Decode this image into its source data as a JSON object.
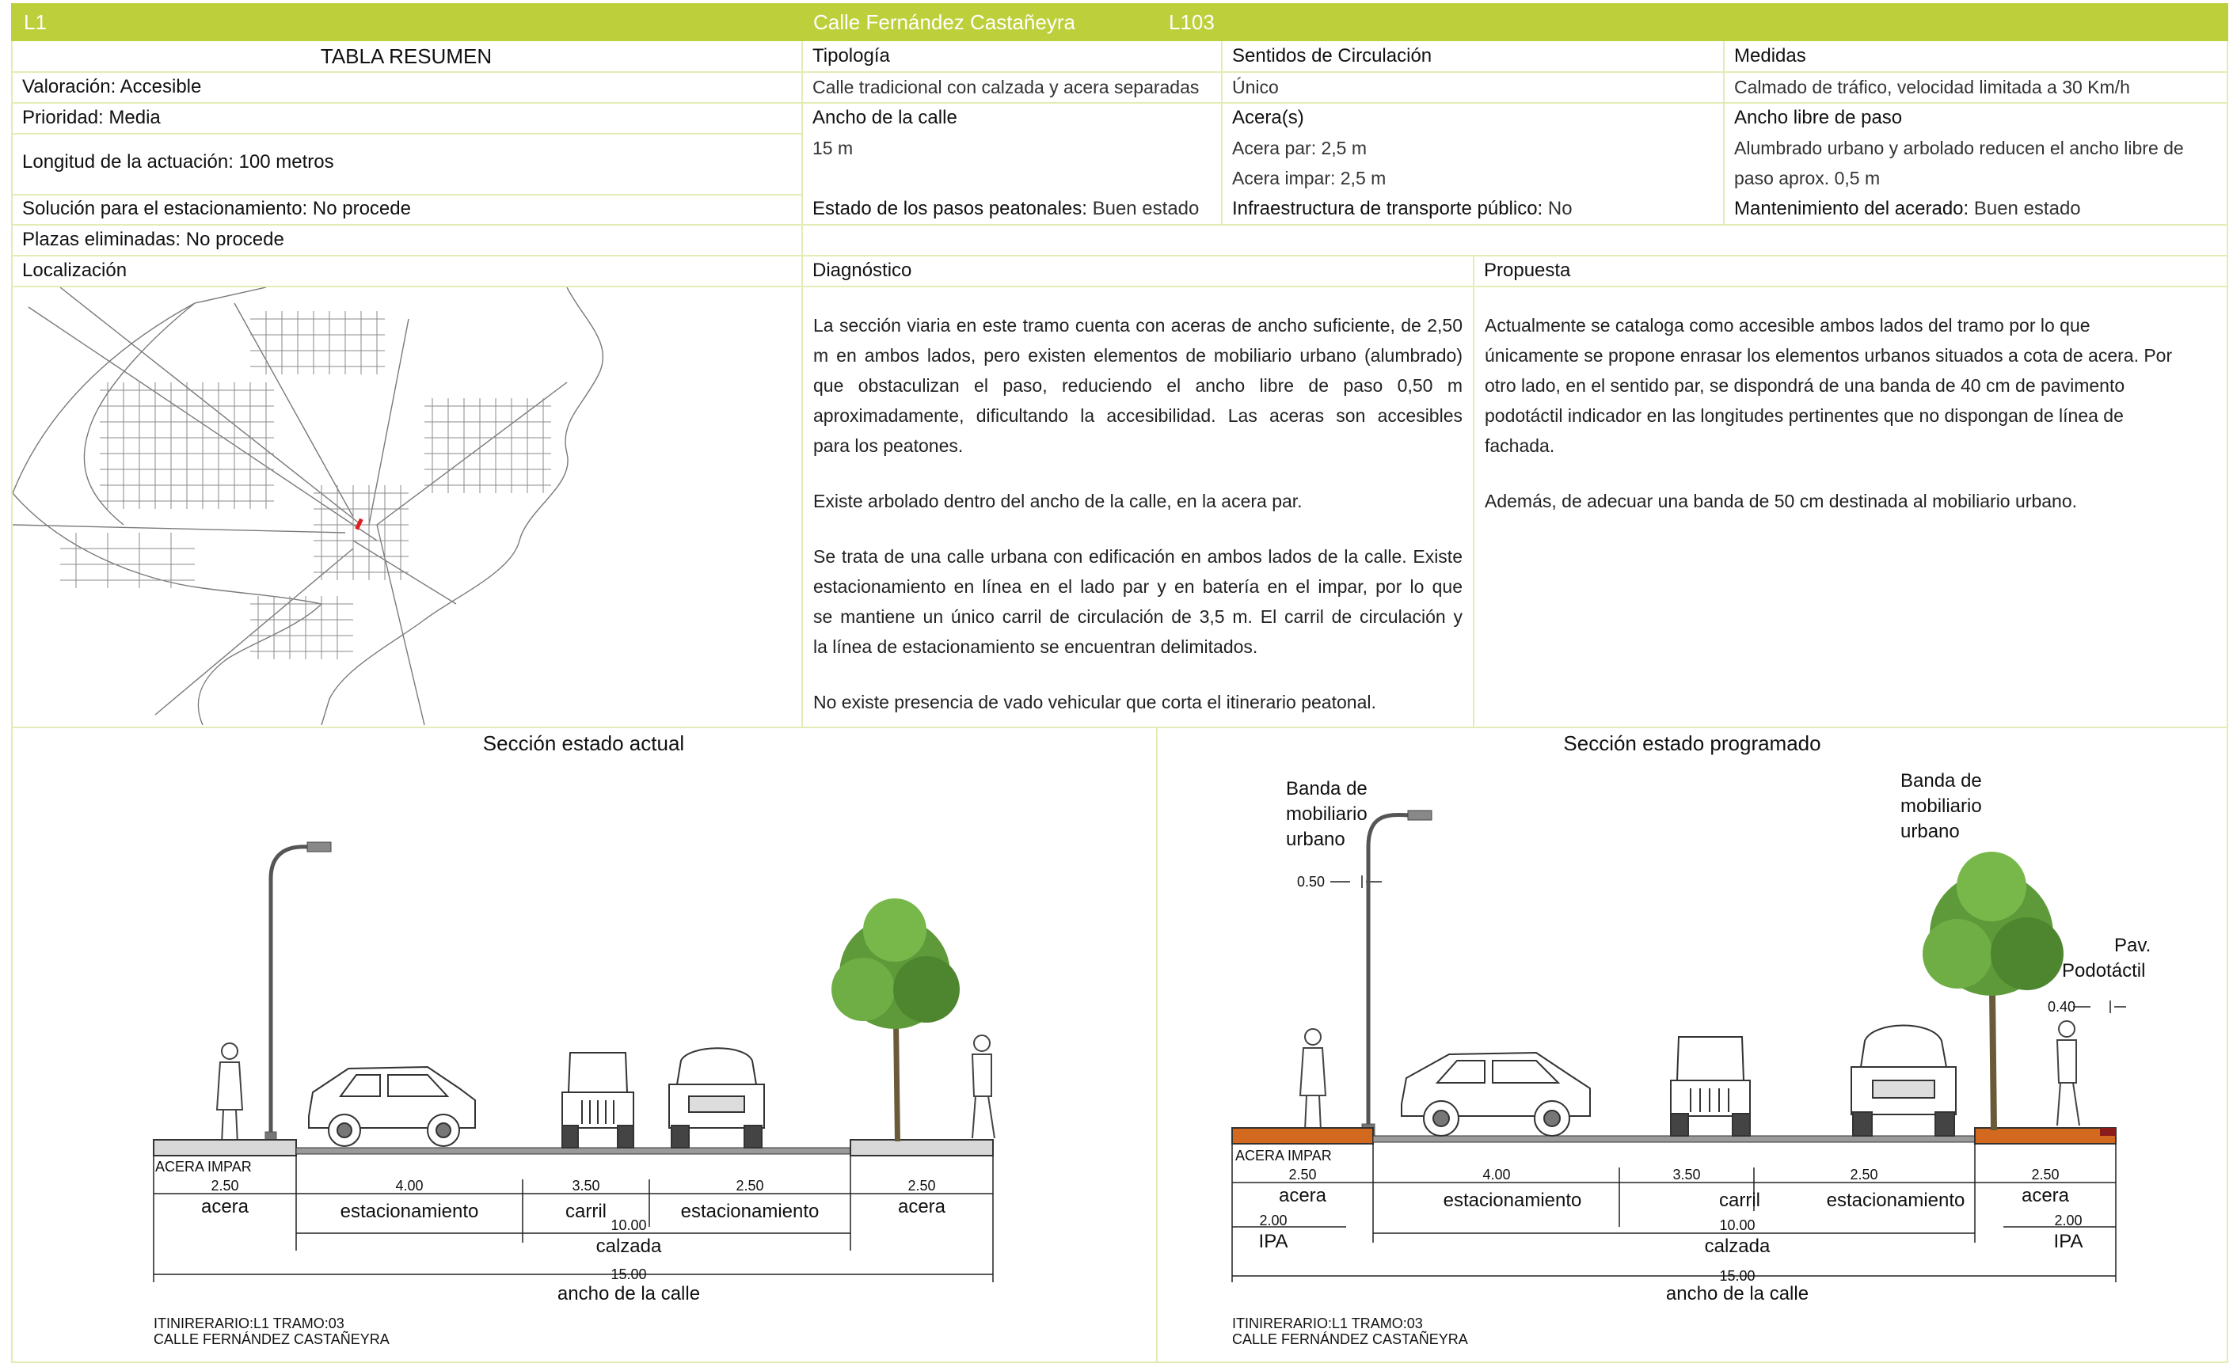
{
  "header": {
    "code": "L1",
    "street": "Calle Fernández Castañeyra",
    "ref": "L103"
  },
  "summary": {
    "title": "TABLA RESUMEN",
    "valoracion": "Valoración: Accesible",
    "prioridad": "Prioridad: Media",
    "longitud": "Longitud de la actuación: 100 metros",
    "estacionamiento": "Solución para el estacionamiento:  No procede",
    "plazas": "Plazas eliminadas: No procede",
    "localizacion": "Localización"
  },
  "tipologia": {
    "heading": "Tipología",
    "value": "Calle tradicional con calzada y acera separadas",
    "ancho_heading": "Ancho de la calle",
    "ancho_value": "15 m",
    "pasos_label": "Estado de los pasos peatonales:",
    "pasos_value": " Buen estado"
  },
  "sentidos": {
    "heading": "Sentidos de Circulación",
    "value": "Único",
    "aceras_heading": "Acera(s)",
    "acera_par": "Acera par: 2,5 m",
    "acera_impar": "Acera impar: 2,5 m",
    "transporte_label": "Infraestructura de transporte público:",
    "transporte_value": " No"
  },
  "medidas": {
    "heading": "Medidas",
    "value": "Calmado de tráfico, velocidad limitada a 30 Km/h",
    "ancho_libre_heading": "Ancho libre de paso",
    "ancho_libre_1": "Alumbrado urbano y arbolado reducen el ancho libre de",
    "ancho_libre_2": "paso aprox. 0,5 m",
    "mant_label": "Mantenimiento del acerado:",
    "mant_value": " Buen estado"
  },
  "diagnostico": {
    "heading": "Diagnóstico",
    "p1_lines": [
      "La sección viaria en este tramo cuenta con aceras de ancho suficiente, de 2,50",
      "m en ambos lados, pero existen elementos de mobiliario urbano (alumbrado)",
      "que obstaculizan el paso, reduciendo el ancho libre de paso 0,50 m",
      "aproximadamente, dificultando la accesibilidad. Las aceras son accesibles",
      "para los peatones."
    ],
    "p2": "Existe arbolado dentro del ancho de la calle, en la acera par.",
    "p3_lines": [
      "Se trata de una calle urbana con edificación en ambos lados de la calle. Existe",
      "estacionamiento en línea en el lado par y en batería en el impar, por lo que",
      "se mantiene un único carril de circulación de 3,5 m. El carril de circulación y",
      "la línea de estacionamiento se encuentran delimitados."
    ],
    "p4": " No existe presencia de vado vehicular que corta el itinerario peatonal."
  },
  "propuesta": {
    "heading": "Propuesta",
    "p1_lines": [
      "Actualmente se cataloga como accesible ambos lados del tramo por lo que",
      "únicamente se propone enrasar los elementos urbanos situados a cota de acera. Por",
      "otro lado, en el sentido par, se dispondrá de una banda de 40 cm de pavimento",
      "podotáctil indicador en las longitudes pertinentes que no dispongan de línea de",
      "fachada."
    ],
    "p2": "Además, de adecuar una banda de 50 cm destinada al mobiliario urbano."
  },
  "seccion_actual": {
    "title": "Sección estado actual",
    "acera_impar": "ACERA IMPAR",
    "dims": [
      "2.50",
      "4.00",
      "3.50",
      "2.50",
      "2.50"
    ],
    "labels": [
      "acera",
      "estacionamiento",
      "carril",
      "estacionamiento",
      "acera"
    ],
    "calzada_dim": "10.00",
    "calzada_label": "calzada",
    "total_dim": "15.00",
    "total_label": "ancho de la calle",
    "footer_1": "ITINIRERARIO:L1 TRAMO:03",
    "footer_2": "CALLE FERNÁNDEZ CASTAÑEYRA"
  },
  "seccion_programada": {
    "title": "Sección estado programado",
    "banda_left": [
      "Banda de",
      "mobiliario",
      "urbano"
    ],
    "banda_right": [
      "Banda de",
      "mobiliario",
      "urbano"
    ],
    "banda_dim": "0.50",
    "pav": [
      "Pav.",
      "Podotáctil"
    ],
    "pav_dim": "0.40",
    "acera_impar": "ACERA IMPAR",
    "dims": [
      "2.50",
      "4.00",
      "3.50",
      "2.50",
      "2.50"
    ],
    "labels": [
      "acera",
      "estacionamiento",
      "carril",
      "estacionamiento",
      "acera"
    ],
    "ipa_dim": "2.00",
    "ipa_label": "IPA",
    "calzada_dim": "10.00",
    "calzada_label": "calzada",
    "total_dim": "15.00",
    "total_label": "ancho de la calle",
    "footer_1": "ITINIRERARIO:L1 TRAMO:03",
    "footer_2": "CALLE FERNÁNDEZ CASTAÑEYRA"
  },
  "colors": {
    "header_green": "#bdd03b",
    "grid_line": "#e4ecb5",
    "sidewalk_orange": "#d2691e",
    "tree_green": "#5f9a3a"
  }
}
